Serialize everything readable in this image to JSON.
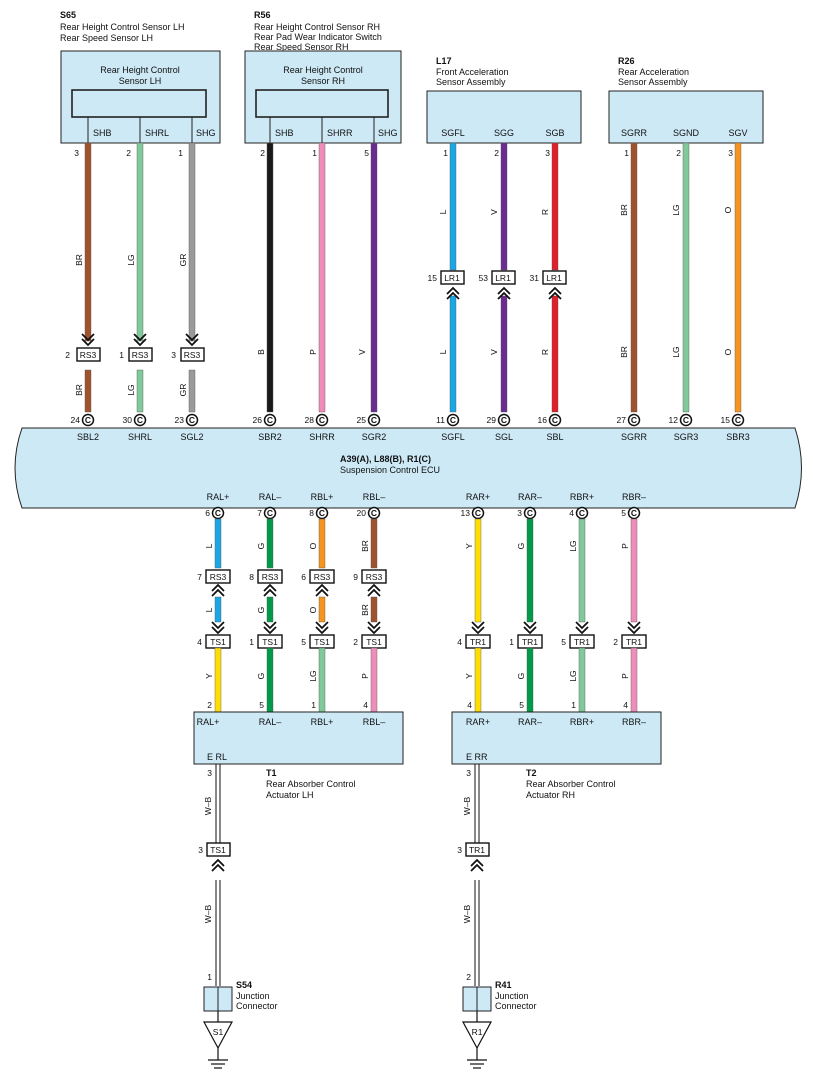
{
  "colors": {
    "box_fill": "#cde9f6",
    "BR": "#a0522d",
    "LG": "#7fc99a",
    "GR": "#9a9a9a",
    "B": "#1a1a1a",
    "P": "#f08cba",
    "V": "#6a2c91",
    "L": "#1aa7e6",
    "R": "#e0202a",
    "O": "#f7941d",
    "G": "#009a4a",
    "Y": "#ffdd00",
    "W-B": "#222222"
  },
  "components": [
    {
      "id": "S65",
      "lines": [
        "Rear Height Control Sensor LH",
        "Rear Speed Sensor LH"
      ],
      "inner": [
        "Rear Height Control",
        "Sensor LH"
      ],
      "terms": [
        "SHB",
        "SHRL",
        "SHG"
      ]
    },
    {
      "id": "R56",
      "lines": [
        "Rear Height Control Sensor RH",
        "Rear Pad Wear Indicator Switch",
        "Rear Speed Sensor RH"
      ],
      "inner": [
        "Rear Height Control",
        "Sensor RH"
      ],
      "terms": [
        "SHB",
        "SHRR",
        "SHG"
      ]
    },
    {
      "id": "L17",
      "lines": [
        "Front Acceleration",
        "Sensor Assembly"
      ],
      "terms": [
        "SGFL",
        "SGG",
        "SGB"
      ]
    },
    {
      "id": "R26",
      "lines": [
        "Rear Acceleration",
        "Sensor Assembly"
      ],
      "terms": [
        "SGRR",
        "SGND",
        "SGV"
      ]
    }
  ],
  "ecu": {
    "id": "A39(A), L88(B), R1(C)",
    "name": "Suspension Control ECU",
    "connector": "C"
  },
  "top_wires": [
    {
      "pin": "3",
      "color": "BR",
      "label_top": "BR",
      "conn": "RS3",
      "conn_pin": "2",
      "label_bot": "BR",
      "ecu_pin": "24",
      "ecu_term": "SBL2"
    },
    {
      "pin": "2",
      "color": "LG",
      "label_top": "LG",
      "conn": "RS3",
      "conn_pin": "1",
      "label_bot": "LG",
      "ecu_pin": "30",
      "ecu_term": "SHRL"
    },
    {
      "pin": "1",
      "color": "GR",
      "label_top": "GR",
      "conn": "RS3",
      "conn_pin": "3",
      "label_bot": "GR",
      "ecu_pin": "23",
      "ecu_term": "SGL2"
    },
    {
      "pin": "2",
      "color": "B",
      "label": "B",
      "ecu_pin": "26",
      "ecu_term": "SBR2"
    },
    {
      "pin": "1",
      "color": "P",
      "label": "P",
      "ecu_pin": "28",
      "ecu_term": "SHRR"
    },
    {
      "pin": "5",
      "color": "V",
      "label": "V",
      "ecu_pin": "25",
      "ecu_term": "SGR2"
    },
    {
      "pin": "1",
      "color": "L",
      "label_top": "L",
      "conn": "LR1",
      "conn_pin": "15",
      "label_bot": "L",
      "ecu_pin": "11",
      "ecu_term": "SGFL"
    },
    {
      "pin": "2",
      "color": "V",
      "label_top": "V",
      "conn": "LR1",
      "conn_pin": "53",
      "label_bot": "V",
      "ecu_pin": "29",
      "ecu_term": "SGL"
    },
    {
      "pin": "3",
      "color": "R",
      "label_top": "R",
      "conn": "LR1",
      "conn_pin": "31",
      "label_bot": "R",
      "ecu_pin": "16",
      "ecu_term": "SBL"
    },
    {
      "pin": "1",
      "color": "BR",
      "label_top": "BR",
      "label_bot": "BR",
      "ecu_pin": "27",
      "ecu_term": "SGRR"
    },
    {
      "pin": "2",
      "color": "LG",
      "label_top": "LG",
      "label_bot": "LG",
      "ecu_pin": "12",
      "ecu_term": "SGR3"
    },
    {
      "pin": "3",
      "color": "O",
      "label_top": "O",
      "label_bot": "O",
      "ecu_pin": "15",
      "ecu_term": "SBR3"
    }
  ],
  "bottom_wires": [
    {
      "ecu_term": "RAL+",
      "ecu_pin": "6",
      "color1": "L",
      "label1": "L",
      "conn1": "RS3",
      "conn1_pin": "7",
      "label2": "L",
      "conn2": "TS1",
      "conn2_pin": "4",
      "color2": "Y",
      "label3": "Y",
      "act_pin": "2",
      "act_term": "RAL+"
    },
    {
      "ecu_term": "RAL–",
      "ecu_pin": "7",
      "color1": "G",
      "label1": "G",
      "conn1": "RS3",
      "conn1_pin": "8",
      "label2": "G",
      "conn2": "TS1",
      "conn2_pin": "1",
      "color2": "G",
      "label3": "G",
      "act_pin": "5",
      "act_term": "RAL–"
    },
    {
      "ecu_term": "RBL+",
      "ecu_pin": "8",
      "color1": "O",
      "label1": "O",
      "conn1": "RS3",
      "conn1_pin": "6",
      "label2": "O",
      "conn2": "TS1",
      "conn2_pin": "5",
      "color2": "LG",
      "label3": "LG",
      "act_pin": "1",
      "act_term": "RBL+"
    },
    {
      "ecu_term": "RBL–",
      "ecu_pin": "20",
      "color1": "BR",
      "label1": "BR",
      "conn1": "RS3",
      "conn1_pin": "9",
      "label2": "BR",
      "conn2": "TS1",
      "conn2_pin": "2",
      "color2": "P",
      "label3": "P",
      "act_pin": "4",
      "act_term": "RBL–"
    },
    {
      "ecu_term": "RAR+",
      "ecu_pin": "13",
      "color1": "Y",
      "label1": "Y",
      "conn2": "TR1",
      "conn2_pin": "4",
      "color2": "Y",
      "label3": "Y",
      "act_pin": "4",
      "act_term": "RAR+"
    },
    {
      "ecu_term": "RAR–",
      "ecu_pin": "3",
      "color1": "G",
      "label1": "G",
      "conn2": "TR1",
      "conn2_pin": "1",
      "color2": "G",
      "label3": "G",
      "act_pin": "5",
      "act_term": "RAR–"
    },
    {
      "ecu_term": "RBR+",
      "ecu_pin": "4",
      "color1": "LG",
      "label1": "LG",
      "conn2": "TR1",
      "conn2_pin": "5",
      "color2": "LG",
      "label3": "LG",
      "act_pin": "1",
      "act_term": "RBR+"
    },
    {
      "ecu_term": "RBR–",
      "ecu_pin": "5",
      "color1": "P",
      "label1": "P",
      "conn2": "TR1",
      "conn2_pin": "2",
      "color2": "P",
      "label3": "P",
      "act_pin": "4",
      "act_term": "RBR–"
    }
  ],
  "actuators": [
    {
      "id": "T1",
      "lines": [
        "Rear Absorber Control",
        "Actuator LH"
      ],
      "ground_term": "E RL",
      "ground_pin": "3",
      "wire_label": "W–B",
      "conn": "TS1",
      "conn_pin": "3",
      "jc_pin": "1",
      "jc_id": "S54",
      "jc_lines": [
        "Junction",
        "Connector"
      ],
      "gnd_point": "S1"
    },
    {
      "id": "T2",
      "lines": [
        "Rear Absorber Control",
        "Actuator RH"
      ],
      "ground_term": "E RR",
      "ground_pin": "3",
      "wire_label": "W–B",
      "conn": "TR1",
      "conn_pin": "3",
      "jc_pin": "2",
      "jc_id": "R41",
      "jc_lines": [
        "Junction",
        "Connector"
      ],
      "gnd_point": "R1"
    }
  ]
}
